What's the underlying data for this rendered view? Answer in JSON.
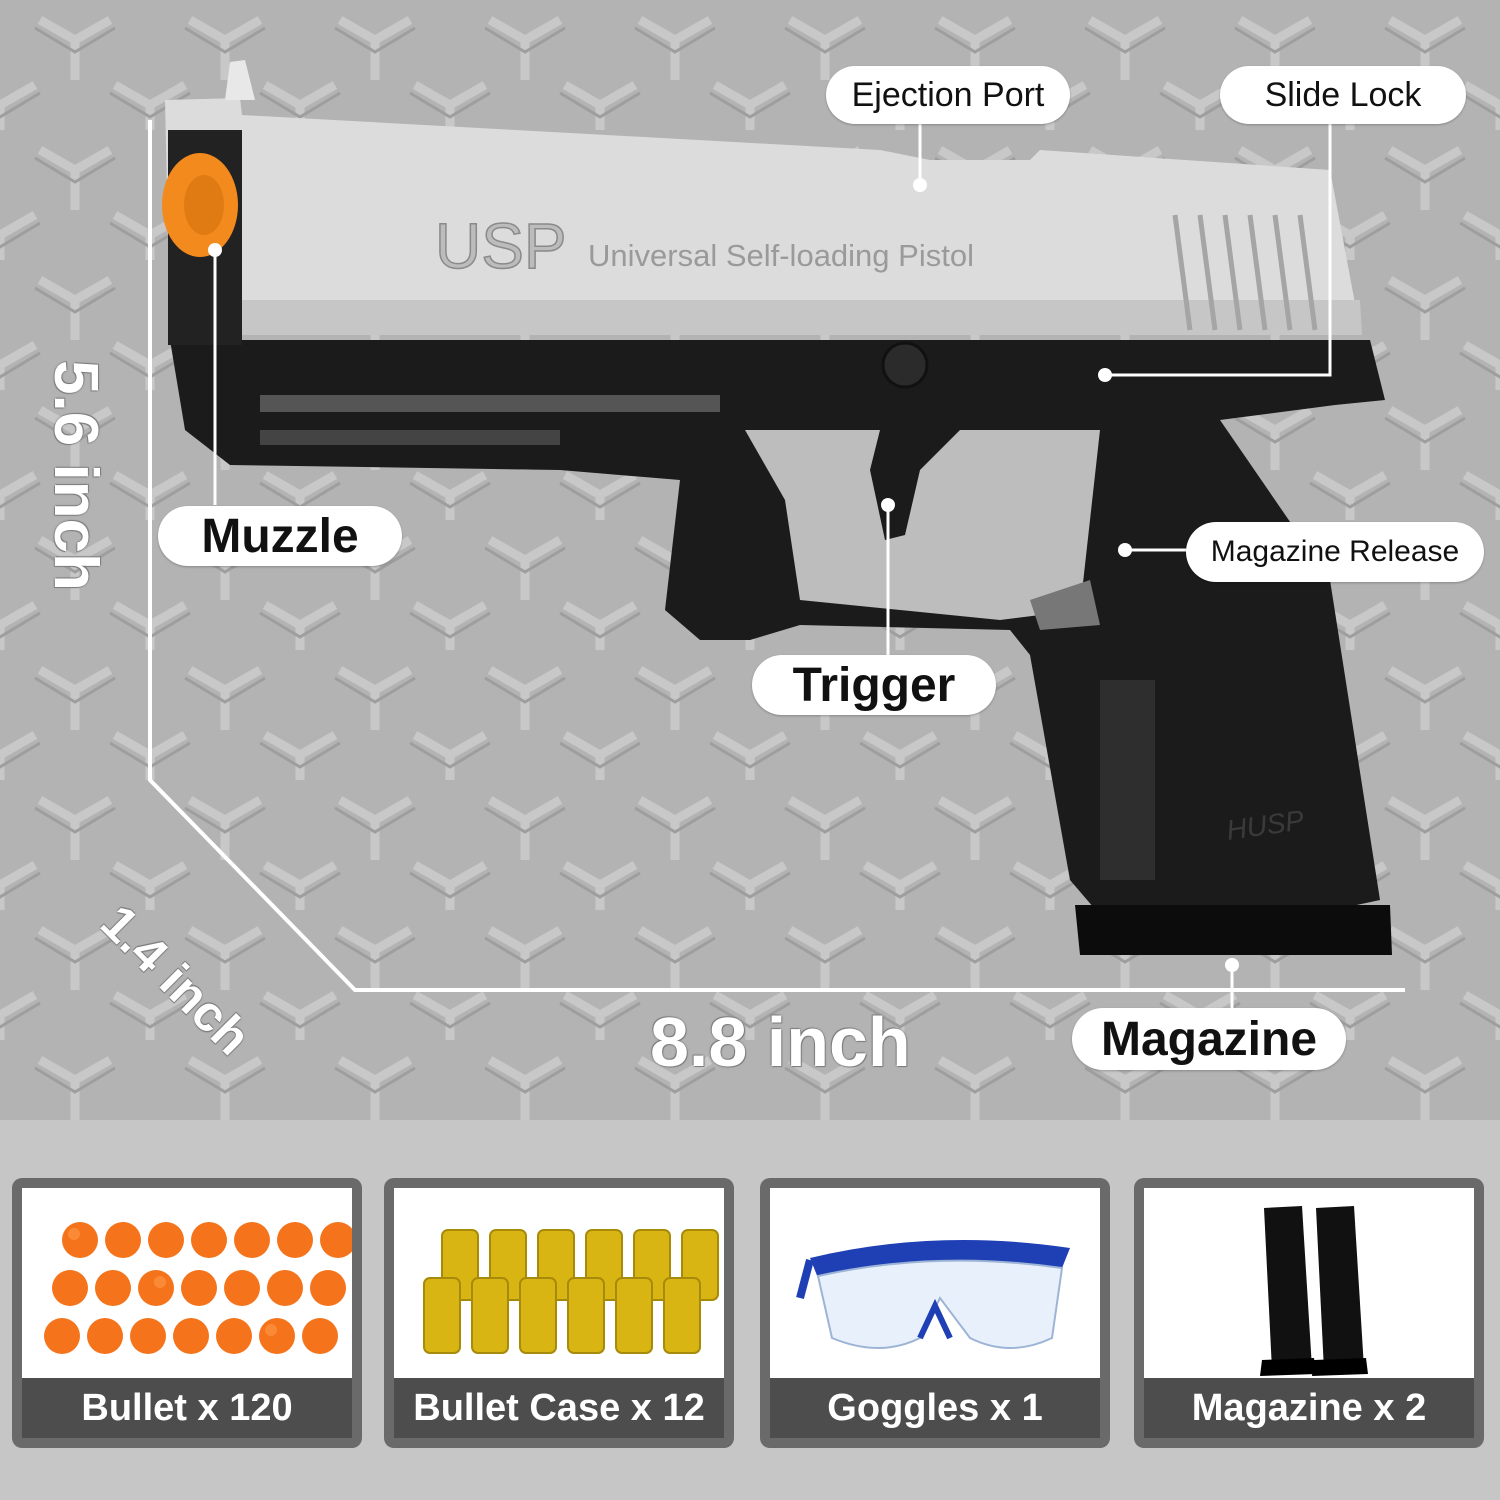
{
  "product": {
    "slide_text": "USP",
    "slide_subtext": "Universal Self-loading Pistol",
    "grip_logo": "HUSP"
  },
  "callouts": {
    "ejection_port": "Ejection Port",
    "slide_lock": "Slide Lock",
    "muzzle": "Muzzle",
    "magazine_release": "Magazine Release",
    "trigger": "Trigger",
    "magazine": "Magazine"
  },
  "dimensions": {
    "height": "5.6 inch",
    "depth": "1.4 inch",
    "length": "8.8 inch"
  },
  "package_items": [
    {
      "label": "Bullet x 120",
      "icon": "orange-foam-bullets-icon"
    },
    {
      "label": "Bullet Case x 12",
      "icon": "gold-bullet-cases-icon"
    },
    {
      "label": "Goggles x 1",
      "icon": "safety-goggles-icon"
    },
    {
      "label": "Magazine x 2",
      "icon": "magazines-icon"
    }
  ],
  "colors": {
    "accent_orange": "#f28a1e",
    "slide_silver": "#d9d9d9",
    "frame_black": "#1c1c1c",
    "brass": "#d6b21e",
    "goggle_blue": "#1f3fb4"
  }
}
